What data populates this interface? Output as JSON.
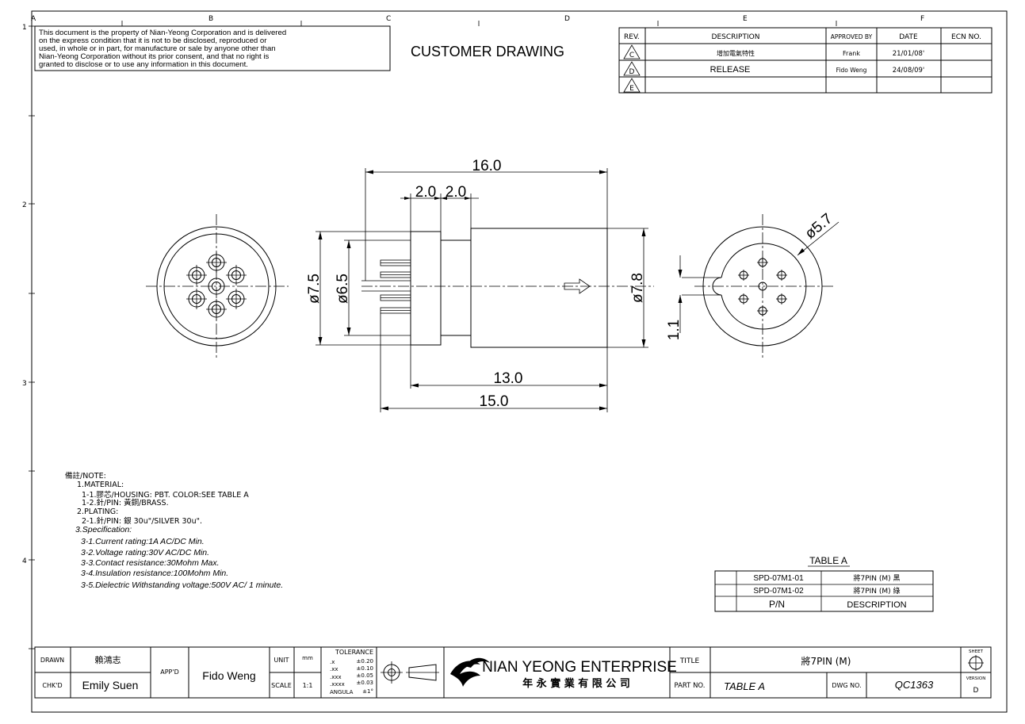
{
  "sheet": {
    "zones_top": [
      "A",
      "B",
      "C",
      "D",
      "E",
      "F"
    ],
    "zones_left": [
      "1",
      "2",
      "3",
      "4"
    ]
  },
  "disclaimer": {
    "lines": [
      "This document is the property of Nian-Yeong Corporation and is delivered",
      "on  the  express condition that it is not to be disclosed, reproduced or",
      "used, in whole or in part, for manufacture or sale by anyone other than",
      "Nian-Yeong Corporation without  its prior consent, and that  no right  is",
      "granted to disclose or to use any information in this  document."
    ]
  },
  "drawing_title": "CUSTOMER  DRAWING",
  "revision_table": {
    "headers": [
      "REV.",
      "DESCRIPTION",
      "APPROVED BY",
      "DATE",
      "ECN NO."
    ],
    "rows": [
      {
        "rev": "C",
        "description": "增加電氣特性",
        "approved": "Frank",
        "date": "21/01/08'",
        "ecn": ""
      },
      {
        "rev": "D",
        "description": "RELEASE",
        "approved": "Fido Weng",
        "date": "24/08/09'",
        "ecn": ""
      },
      {
        "rev": "E",
        "description": "",
        "approved": "",
        "date": "",
        "ecn": ""
      }
    ]
  },
  "dimensions": {
    "overall_length": "16.0",
    "pin_step_1": "2.0",
    "pin_step_2": "2.0",
    "flange_dia": "ø7.5",
    "shoulder_dia": "ø6.5",
    "body_dia": "ø7.8",
    "body_length": "13.0",
    "total_length": "15.0",
    "pin_circle_dia": "ø5.7",
    "key_width": "1.1"
  },
  "notes": {
    "lines": [
      "備註/NOTE:",
      "1.MATERIAL:",
      "1-1.膠芯/HOUSING: PBT. COLOR:SEE TABLE A",
      "1-2.針/PIN: 黃銅/BRASS.",
      "2.PLATING:",
      "2-1.針/PIN: 銀 30u\"/SILVER 30u\".",
      "3.Specification:",
      "3-1.Current rating:1A AC/DC Min.",
      "3-2.Voltage rating:30V AC/DC Min.",
      "3-3.Contact resistance:30Mohm Max.",
      "3-4.Insulation resistance:100Mohm Min.",
      "3-5.Dielectric Withstanding voltage:500V AC/ 1 minute."
    ]
  },
  "table_a": {
    "title": "TABLE A",
    "rows": [
      {
        "pn": "SPD-07M1-01",
        "desc": "將7PIN (M) 黑"
      },
      {
        "pn": "SPD-07M1-02",
        "desc": "將7PIN (M) 綠"
      }
    ],
    "footer": {
      "pn": "P/N",
      "desc": "DESCRIPTION"
    }
  },
  "title_block": {
    "drawn_label": "DRAWN",
    "drawn_value": "賴鴻志",
    "chkd_label": "CHK'D",
    "chkd_value": "Emily Suen",
    "appd_label": "APP'D",
    "appd_value": "Fido Weng",
    "unit_label": "UNIT",
    "unit_value": "mm",
    "scale_label": "SCALE",
    "scale_value": "1:1",
    "tolerance_title": "TOLERANCE",
    "tolerance_lines": [
      {
        "k": ".x",
        "v": "±0.20"
      },
      {
        "k": ".xx",
        "v": "±0.10"
      },
      {
        "k": ".xxx",
        "v": "±0.05"
      },
      {
        "k": ".xxxx",
        "v": "±0.03"
      },
      {
        "k": "ANGULA",
        "v": "±1°"
      }
    ],
    "company_en": "NIAN YEONG ENTERPRISE",
    "company_zh": "年 永 實 業 有 限 公 司",
    "title_label": "TITLE",
    "title_value": "將7PIN (M)",
    "partno_label": "PART NO.",
    "partno_value": "TABLE A",
    "dwgno_label": "DWG NO.",
    "dwgno_value": "QC1363",
    "sheet_label": "SHEET",
    "version_label": "VERSION",
    "version_value": "D"
  }
}
